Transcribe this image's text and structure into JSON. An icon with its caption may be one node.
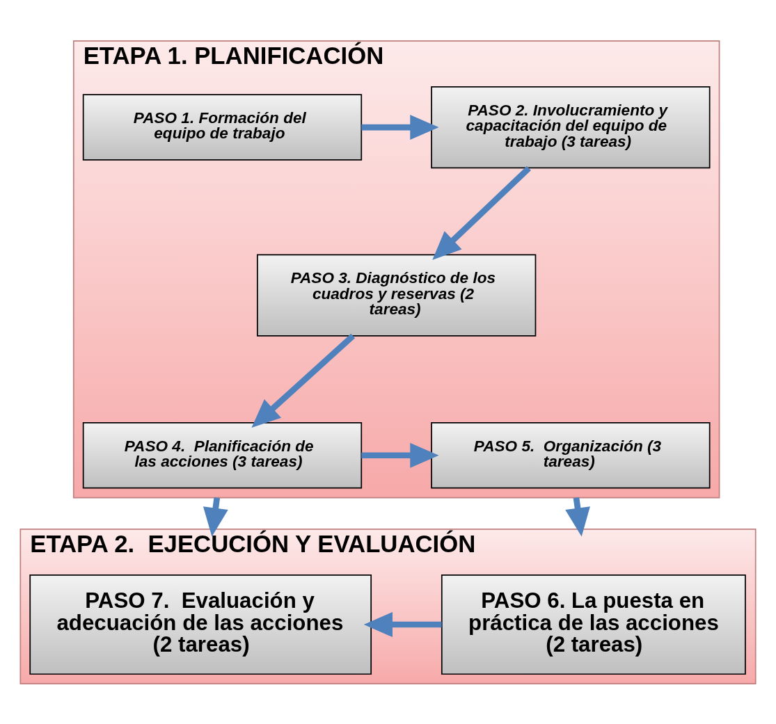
{
  "diagram": {
    "nodes": [
      {
        "text": [
          "ETAPA 1. PLANIFICACIÓN"
        ]
      },
      {
        "text": [
          "PASO 1. Formación del equipo de trabajo"
        ],
        "in": 0
      },
      {
        "text": [
          "PASO 2. Involucramiento y capacitación del equipo de trabajo (3 tareas)"
        ],
        "in": 0
      },
      {
        "text": [
          "PASO 3. Diagnóstico de los cuadros y reservas (2 tareas)"
        ],
        "in": 0
      },
      {
        "text": [
          "PASO 4.  Planificación de las acciones (3 tareas)"
        ],
        "in": 0
      },
      {
        "text": [
          "PASO 5.  Organización (3 tareas)"
        ],
        "in": 0
      },
      {
        "text": [
          "ETAPA 2.  EJECUCIÓN Y EVALUACIÓN"
        ]
      },
      {
        "text": [
          "PASO 6. La puesta en práctica de las acciones (2 tareas)"
        ],
        "in": 6
      },
      {
        "text": [
          "PASO 7.  Evaluación y adecuación de las acciones (2 tareas)"
        ],
        "in": 6
      }
    ],
    "edges": [
      {
        "from": 1,
        "to": 2,
        "arrow": "to"
      },
      {
        "from": 2,
        "to": 3,
        "arrow": "to"
      },
      {
        "from": 3,
        "to": 4,
        "arrow": "to"
      },
      {
        "from": 4,
        "to": 5,
        "arrow": "to"
      },
      {
        "from": 0,
        "to": 6,
        "arrow": "to"
      },
      {
        "from": 0,
        "to": 6,
        "arrow": "to"
      },
      {
        "from": 7,
        "to": 8,
        "arrow": "to"
      }
    ]
  }
}
